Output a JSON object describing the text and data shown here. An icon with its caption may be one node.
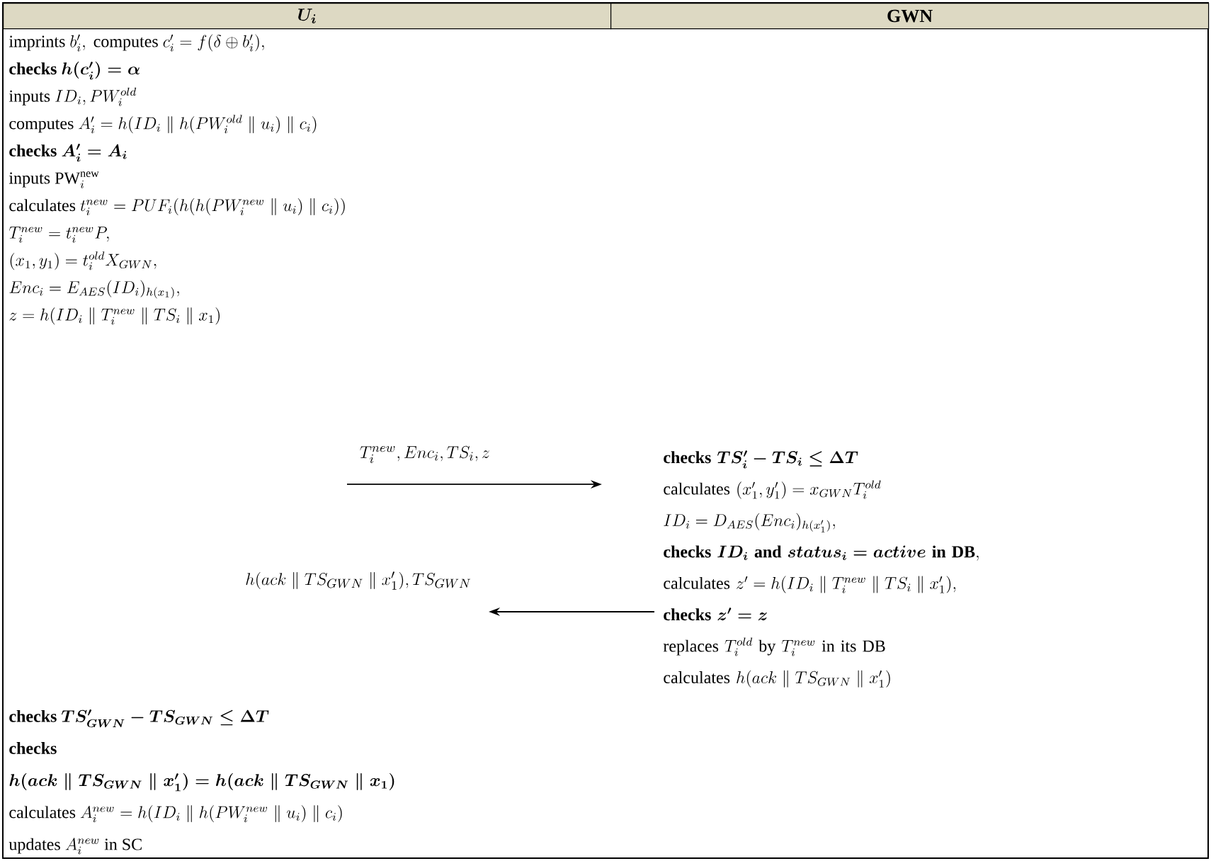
{
  "diagram": {
    "nodes": [
      {
        "text": [
          "U_i"
        ]
      },
      {
        "text": [
          "\\text{GWN}"
        ]
      },
      {
        "text": [
          "\\text{imprints } b_i', \\text{ computes } c_i' = f(\\delta \\oplus b_i'),",
          "\\textbf{checks } \\boldsymbol{h(c_i') = \\alpha}",
          "\\text{inputs } ID_i, PW_i^{old}",
          "\\text{computes } A_i' = h(ID_i \\parallel h(PW_i^{old} \\parallel u_i) \\parallel c_i)",
          "\\textbf{checks } \\boldsymbol{A_i' = A_i}",
          "\\text{inputs PW}_i^{\\text{new}}",
          "\\text{calculates } t_i^{new} = PUF_i(h(h(PW_i^{new} \\parallel u_i) \\parallel c_i))",
          "T_i^{new} = t_i^{new} P,",
          "(x_1, y_1) = t_i^{old} X_{GWN},",
          "Enc_i = E_{AES}(ID_i)_{h(x_1)},",
          "z = h(ID_i \\parallel T_i^{new} \\parallel TS_i \\parallel x_1)"
        ]
      },
      {
        "text": [
          "\\textbf{checks } \\boldsymbol{TS_i' - TS_i \\leq \\Delta T}",
          "\\text{calculates } (x_1', y_1') = x_{GWN} T_i^{old}",
          "ID_i = D_{AES}(Enc_i)_{h(x_1')},",
          "\\textbf{checks } \\boldsymbol{ID_i} \\textbf{ and } \\boldsymbol{status_i = active} \\textbf{ in DB},",
          "\\text{calculates } z' = h(ID_i \\parallel T_i^{new} \\parallel TS_i \\parallel x_1'),",
          "\\textbf{checks } \\boldsymbol{z' = z}",
          "\\text{replaces } T_i^{old} \\text{ by } T_i^{new} \\text{ in its DB}",
          "\\text{calculates } h(ack \\parallel TS_{GWN} \\parallel x_1')"
        ]
      },
      {
        "text": [
          "\\textbf{checks } \\boldsymbol{TS_{GWN}' - TS_{GWN} \\leq \\Delta T}",
          "\\textbf{checks}",
          "\\boldsymbol{h(ack \\parallel TS_{GWN} \\parallel x_1') = h(ack \\parallel TS_{GWN} \\parallel x_1)}",
          "\\text{calculates } A_i^{new} = h(ID_i \\parallel h(PW_i^{new} \\parallel u_i) \\parallel c_i)",
          "\\text{updates } A_i^{new} \\text{ in SC}"
        ]
      }
    ],
    "edges": [
      {
        "from": null,
        "to": 3,
        "arrow": "to",
        "label": "T_i^{new}, Enc_i, TS_i, z"
      },
      {
        "from": 3,
        "to": null,
        "arrow": "to",
        "label": "h(ack \\parallel TS_{GWN} \\parallel x_1'), TS_{GWN}"
      }
    ]
  }
}
